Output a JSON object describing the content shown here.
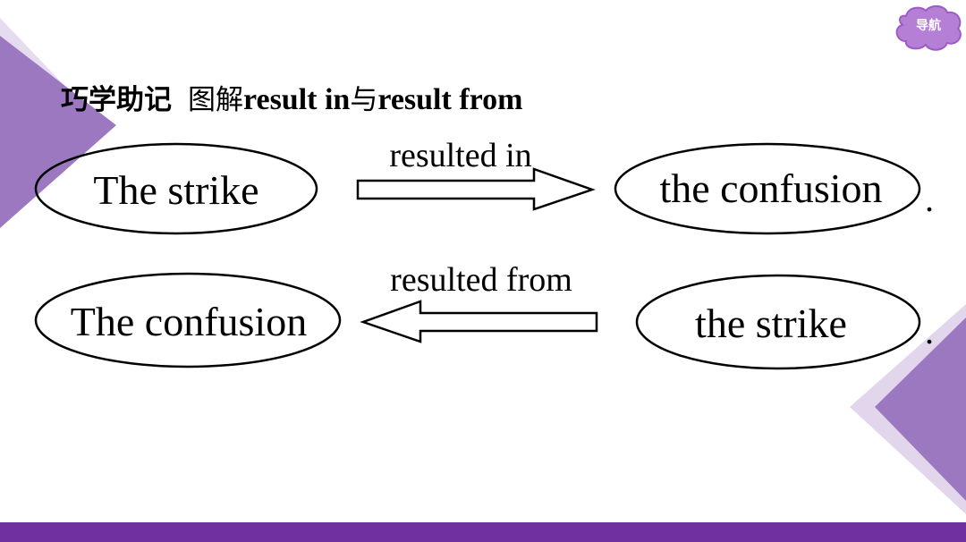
{
  "navigation": {
    "label": "导航"
  },
  "title": {
    "cn_prefix": "巧学助记",
    "cn_term": "图解",
    "en_part1": "result in",
    "cn_connector": "与",
    "en_part2": "result from"
  },
  "diagram": {
    "row1": {
      "subject": "The strike",
      "verb": "resulted in",
      "object": "the confusion",
      "period": "."
    },
    "row2": {
      "subject": "The confusion",
      "verb": "resulted from",
      "object": "the strike",
      "period": "."
    }
  },
  "colors": {
    "accent": "#7030a0",
    "decor_dark": "#9a73bd",
    "decor_light": "#d9c9e8"
  }
}
